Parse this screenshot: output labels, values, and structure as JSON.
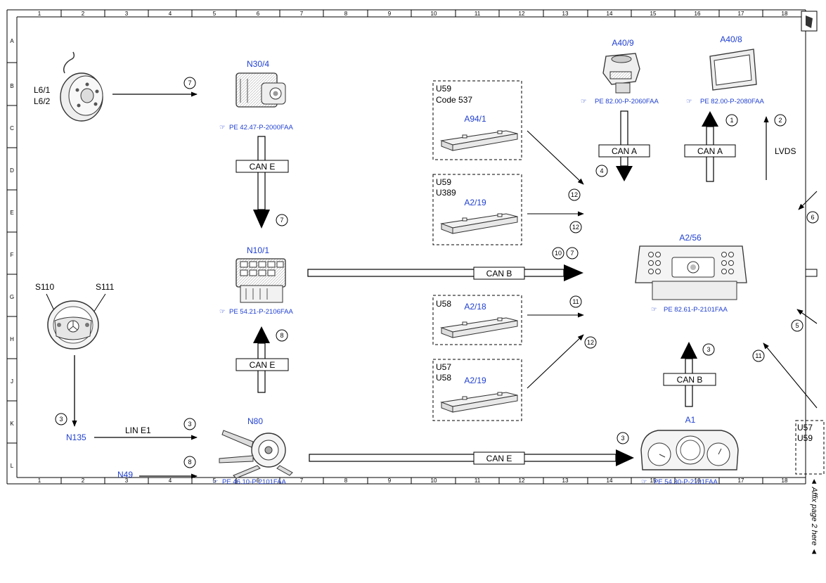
{
  "grid": {
    "columns": [
      "1",
      "2",
      "3",
      "4",
      "5",
      "6",
      "7",
      "8",
      "9",
      "10",
      "11",
      "12",
      "13",
      "14",
      "15",
      "16",
      "17",
      "18"
    ],
    "rows": [
      "A",
      "B",
      "C",
      "D",
      "E",
      "F",
      "G",
      "H",
      "J",
      "K",
      "L"
    ]
  },
  "components": {
    "wheel_sensor": {
      "line1": "L6/1",
      "line2": "L6/2"
    },
    "esp": {
      "id": "N30/4",
      "ref": "PE 42.47-P-2000FAA"
    },
    "sam": {
      "id": "N10/1",
      "ref": "PE 54.21-P-2106FAA"
    },
    "steering_wheel": {
      "left": "S110",
      "right": "S111"
    },
    "n135": {
      "id": "N135"
    },
    "n49": {
      "id": "N49"
    },
    "column_module": {
      "id": "N80",
      "ref": "PE 46.10-P-2101FAA"
    },
    "box_a94": {
      "line1": "U59",
      "line2": "Code 537",
      "id": "A94/1"
    },
    "box_a219_top": {
      "line1": "U59",
      "line2": "U389",
      "id": "A2/19"
    },
    "box_a218": {
      "line1": "U58",
      "id": "A2/18"
    },
    "box_a219_bot": {
      "line1": "U57",
      "line2": "U58",
      "id": "A2/19"
    },
    "a40_9": {
      "id": "A40/9",
      "ref": "PE 82.00-P-2060FAA"
    },
    "a40_8": {
      "id": "A40/8",
      "ref": "PE 82.00-P-2080FAA"
    },
    "head_unit": {
      "id": "A2/56",
      "ref": "PE 82.61-P-2101FAA"
    },
    "cluster": {
      "id": "A1",
      "ref": "PE 54.30-P-2101FAA"
    },
    "right_box": {
      "line1": "U57",
      "line2": "U59"
    }
  },
  "buses": {
    "can_e_top": "CAN E",
    "can_e_mid": "CAN E",
    "can_b_main": "CAN B",
    "can_e_bottom": "CAN E",
    "can_a_left": "CAN A",
    "can_a_right": "CAN A",
    "lvds": "LVDS",
    "can_b_cluster": "CAN B",
    "lin_e1": "LIN E1"
  },
  "markers": {
    "m7_wheel": "7",
    "m7_esp": "7",
    "m8_sam": "8",
    "m3_n135": "3",
    "m3_lin": "3",
    "m8_n49": "8",
    "m10": "10",
    "m7_canb": "7",
    "m12_a94": "12",
    "m12_a219": "12",
    "m11_a218": "11",
    "m12_a219b": "12",
    "m4": "4",
    "m1": "1",
    "m2": "2",
    "m6": "6",
    "m5": "5",
    "m11_right": "11",
    "m3_cluster": "3",
    "m3_cane": "3"
  },
  "side_note": "Affix page 2 here"
}
